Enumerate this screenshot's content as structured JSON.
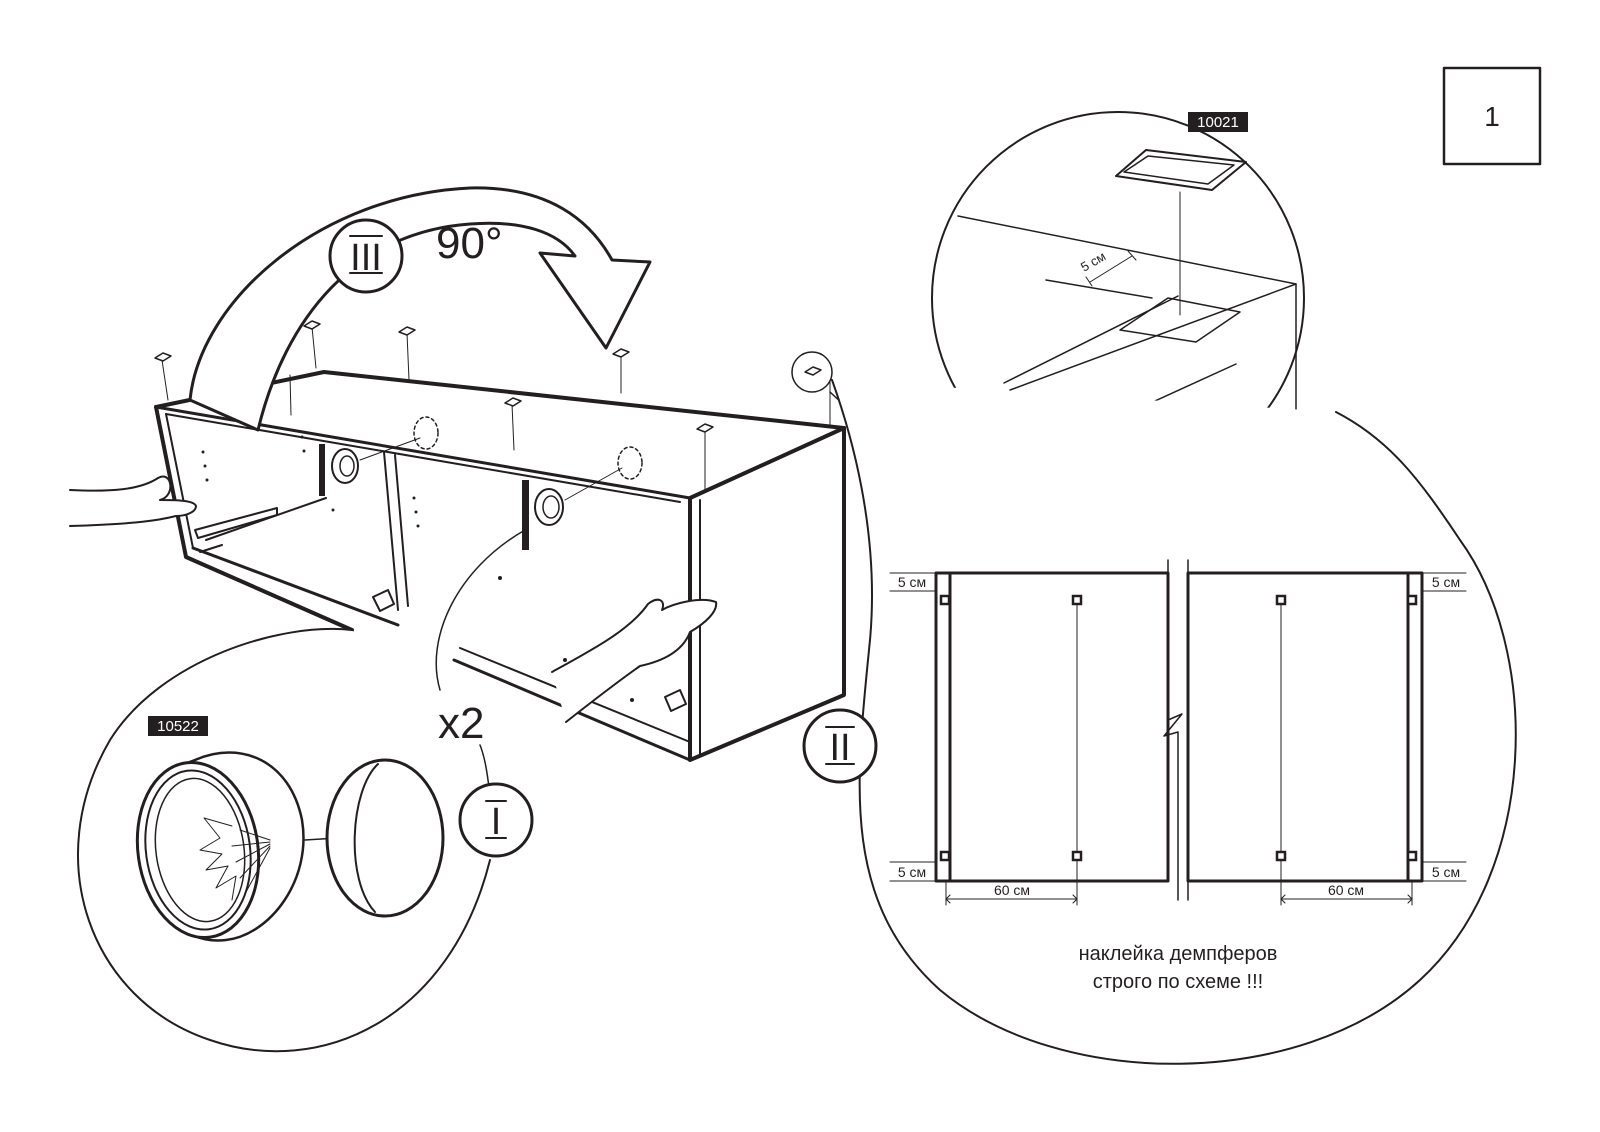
{
  "step": {
    "number": "1"
  },
  "rotation": {
    "angle_label": "90°"
  },
  "steps": [
    {
      "roman": "I"
    },
    {
      "roman": "II"
    },
    {
      "roman": "III"
    }
  ],
  "grommet": {
    "part_number": "10522",
    "quantity": "x2"
  },
  "damper": {
    "part_number": "10021",
    "offset_label": "5 см"
  },
  "scheme": {
    "top_left_offset": "5 см",
    "bottom_left_offset": "5 см",
    "top_right_offset": "5 см",
    "bottom_right_offset": "5 см",
    "left_spacing": "60 см",
    "right_spacing": "60 см",
    "note_line1": "наклейка демпферов",
    "note_line2": "строго по схеме !!!"
  }
}
